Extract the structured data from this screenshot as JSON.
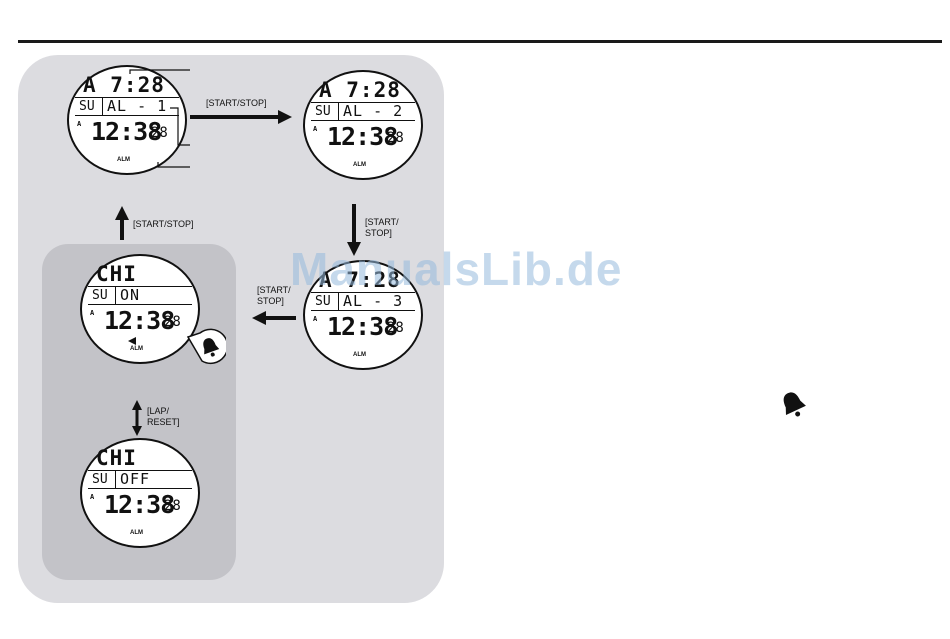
{
  "watermark": "ManualsLib.de",
  "watches": [
    {
      "top": "A 7:28",
      "day": "SU",
      "mode": "AL - 1",
      "marker": "A",
      "time": "12:38",
      "seconds": "28",
      "alm": "ALM"
    },
    {
      "top": "A 7:28",
      "day": "SU",
      "mode": "AL - 2",
      "marker": "A",
      "time": "12:38",
      "seconds": "28",
      "alm": "ALM"
    },
    {
      "top": "A 7:28",
      "day": "SU",
      "mode": "AL - 3",
      "marker": "A",
      "time": "12:38",
      "seconds": "28",
      "alm": "ALM"
    },
    {
      "top": "CHI",
      "day": "SU",
      "mode": "ON",
      "marker": "A",
      "time": "12:38",
      "seconds": "28",
      "alm": "ALM"
    },
    {
      "top": "CHI",
      "day": "SU",
      "mode": "OFF",
      "marker": "A",
      "time": "12:38",
      "seconds": "28",
      "alm": "ALM"
    }
  ],
  "labels": {
    "start_stop_1": "[START/STOP]",
    "start_stop_2": "[START/\nSTOP]",
    "start_stop_3": "[START/\nSTOP]",
    "start_stop_4": "[START/STOP]",
    "lap_reset": "[LAP/\nRESET]"
  },
  "icons": {
    "bell": "bell-icon",
    "arrow": "arrow-icon"
  }
}
